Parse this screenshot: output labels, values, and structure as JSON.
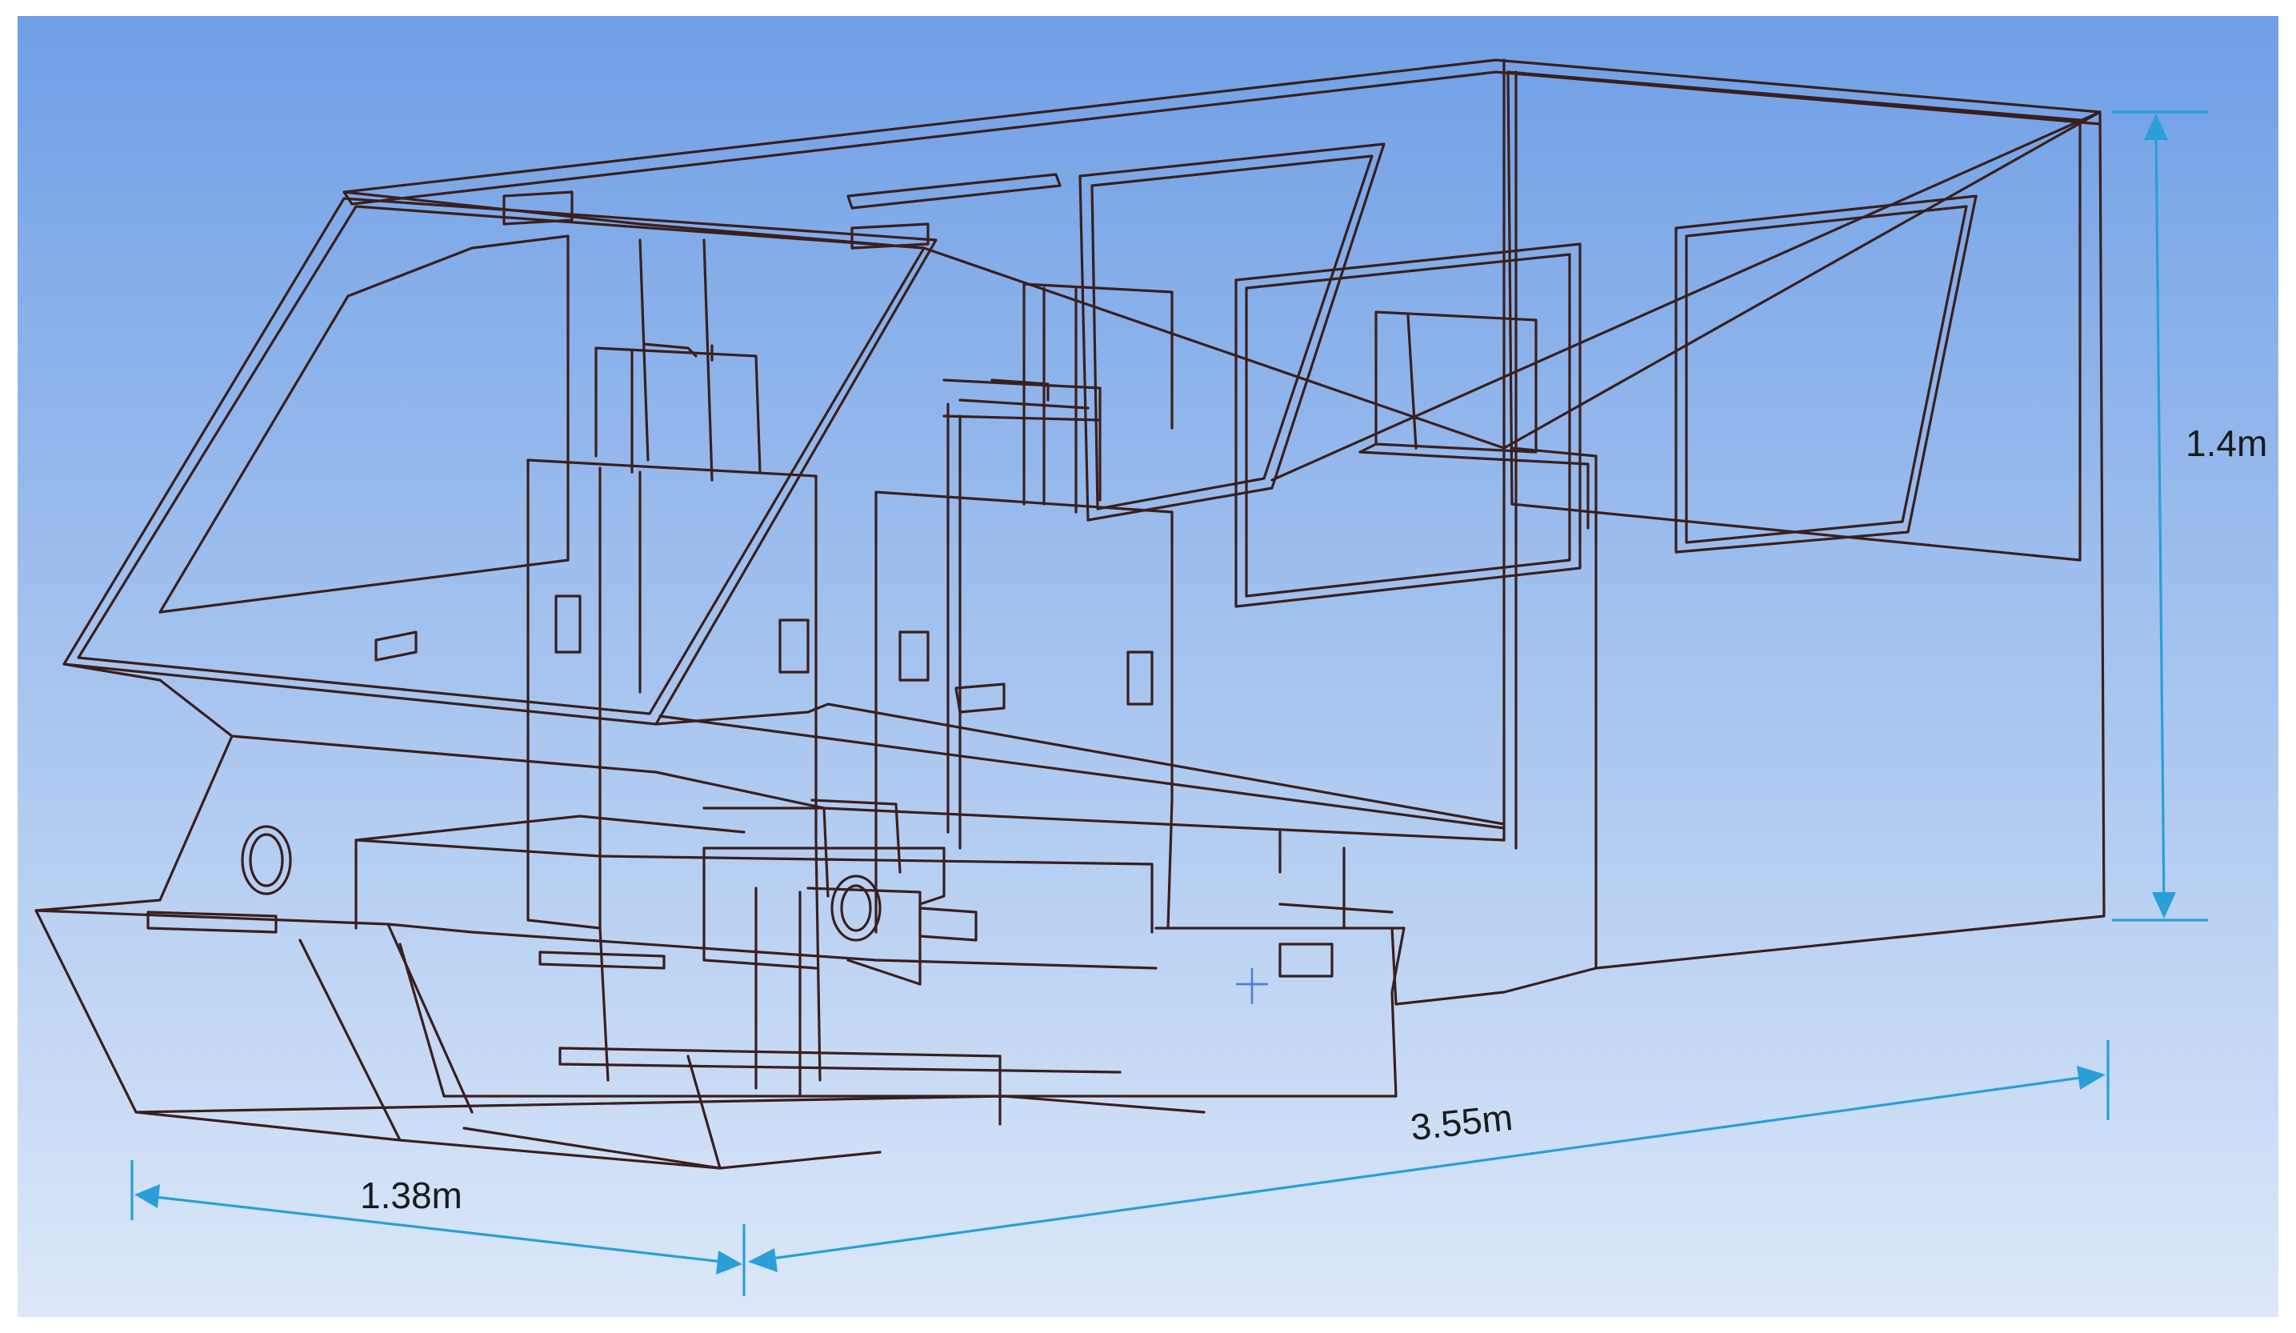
{
  "viewport": {
    "background_top": "#6f9fe6",
    "background_bottom": "#dce8f8",
    "wire_color": "#3a1f1c",
    "dimension_color": "#2a9fd8"
  },
  "dimensions": {
    "height_label": "1.4m",
    "width_label": "1.38m",
    "length_label": "3.55m"
  }
}
